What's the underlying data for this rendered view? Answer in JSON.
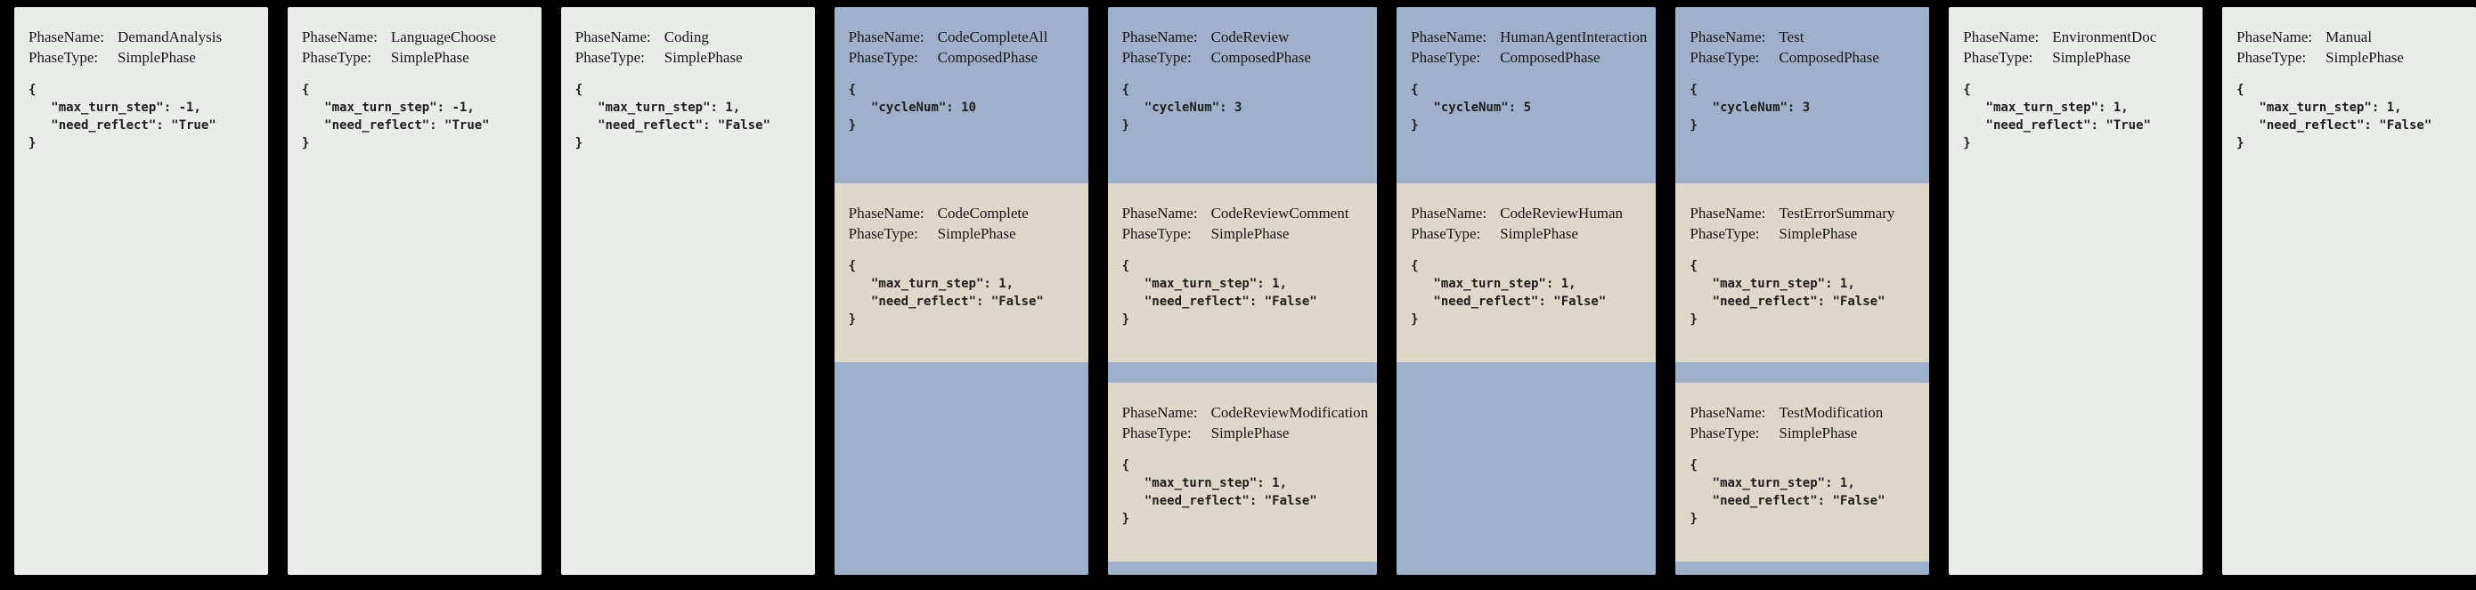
{
  "labels": {
    "phase_name": "PhaseName:",
    "phase_type": "PhaseType:"
  },
  "colors": {
    "background": "#000000",
    "simple_phase_bg": "#e9ece9",
    "composed_phase_bg": "#9fb1ca",
    "nested_phase_bg": "#ded8ca",
    "text": "#151515"
  },
  "phase_types": {
    "simple": "SimplePhase",
    "composed": "ComposedPhase"
  },
  "phases": [
    {
      "name": "DemandAnalysis",
      "type": "SimplePhase",
      "config": "{\n   \"max_turn_step\": -1,\n   \"need_reflect\": \"True\"\n}"
    },
    {
      "name": "LanguageChoose",
      "type": "SimplePhase",
      "config": "{\n   \"max_turn_step\": -1,\n   \"need_reflect\": \"True\"\n}"
    },
    {
      "name": "Coding",
      "type": "SimplePhase",
      "config": "{\n   \"max_turn_step\": 1,\n   \"need_reflect\": \"False\"\n}"
    },
    {
      "name": "CodeCompleteAll",
      "type": "ComposedPhase",
      "config": "{\n   \"cycleNum\": 10\n}",
      "children": [
        {
          "name": "CodeComplete",
          "type": "SimplePhase",
          "config": "{\n   \"max_turn_step\": 1,\n   \"need_reflect\": \"False\"\n}"
        }
      ]
    },
    {
      "name": "CodeReview",
      "type": "ComposedPhase",
      "config": "{\n   \"cycleNum\": 3\n}",
      "children": [
        {
          "name": "CodeReviewComment",
          "type": "SimplePhase",
          "config": "{\n   \"max_turn_step\": 1,\n   \"need_reflect\": \"False\"\n}"
        },
        {
          "name": "CodeReviewModification",
          "type": "SimplePhase",
          "config": "{\n   \"max_turn_step\": 1,\n   \"need_reflect\": \"False\"\n}"
        }
      ]
    },
    {
      "name": "HumanAgentInteraction",
      "type": "ComposedPhase",
      "config": "{\n   \"cycleNum\": 5\n}",
      "children": [
        {
          "name": "CodeReviewHuman",
          "type": "SimplePhase",
          "config": "{\n   \"max_turn_step\": 1,\n   \"need_reflect\": \"False\"\n}"
        }
      ]
    },
    {
      "name": "Test",
      "type": "ComposedPhase",
      "config": "{\n   \"cycleNum\": 3\n}",
      "children": [
        {
          "name": "TestErrorSummary",
          "type": "SimplePhase",
          "config": "{\n   \"max_turn_step\": 1,\n   \"need_reflect\": \"False\"\n}"
        },
        {
          "name": "TestModification",
          "type": "SimplePhase",
          "config": "{\n   \"max_turn_step\": 1,\n   \"need_reflect\": \"False\"\n}"
        }
      ]
    },
    {
      "name": "EnvironmentDoc",
      "type": "SimplePhase",
      "config": "{\n   \"max_turn_step\": 1,\n   \"need_reflect\": \"True\"\n}"
    },
    {
      "name": "Manual",
      "type": "SimplePhase",
      "config": "{\n   \"max_turn_step\": 1,\n   \"need_reflect\": \"False\"\n}"
    }
  ]
}
